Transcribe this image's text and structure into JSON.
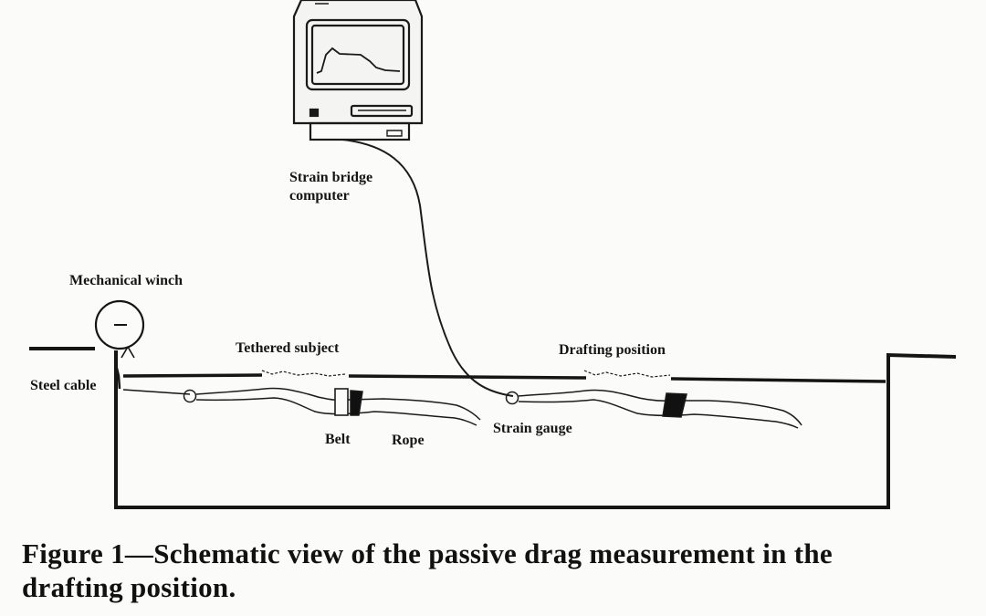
{
  "labels": {
    "computer_line1": "Strain bridge",
    "computer_line2": "computer",
    "winch": "Mechanical winch",
    "steel_cable": "Steel cable",
    "tethered_subject": "Tethered subject",
    "drafting_position": "Drafting position",
    "belt": "Belt",
    "rope": "Rope",
    "strain_gauge": "Strain gauge"
  },
  "caption": {
    "line1": "Figure 1—Schematic view of the passive drag measurement in the",
    "line2": "drafting position."
  },
  "icons": {
    "monitor": "monitor-icon",
    "winch": "winch-icon",
    "swimmer": "swimmer-icon"
  },
  "colors": {
    "ink": "#151515",
    "paper": "#fbfbfa"
  }
}
